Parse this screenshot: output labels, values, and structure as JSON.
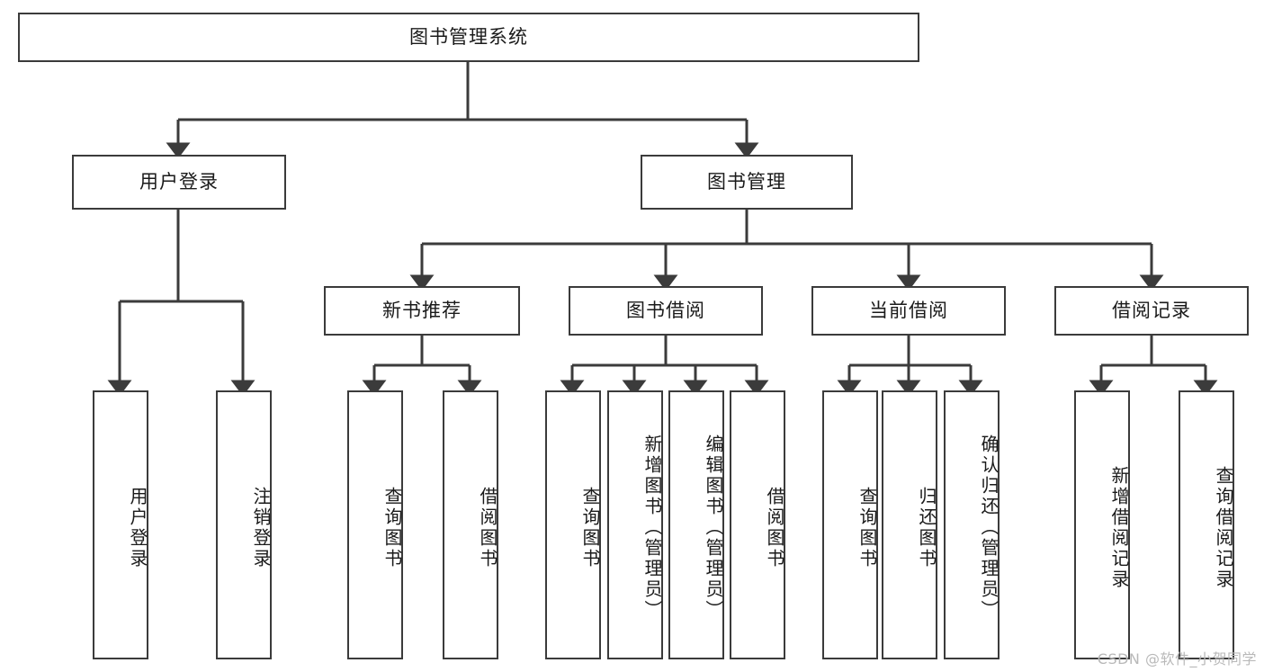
{
  "diagram": {
    "title": "图书管理系统",
    "type": "tree-hierarchy-chart",
    "orientation": "top-down",
    "colors": {
      "box_border": "#3b3b3b",
      "box_fill": "#ffffff",
      "edge": "#3b3b3b",
      "text": "#1a1a1a",
      "watermark": "#b9b9b9",
      "background": "#ffffff"
    }
  },
  "root": {
    "label": "图书管理系统"
  },
  "level1": [
    {
      "id": "user-login",
      "label": "用户登录"
    },
    {
      "id": "book-manage",
      "label": "图书管理"
    }
  ],
  "level2": [
    {
      "id": "new-book-recommend",
      "label": "新书推荐",
      "parent": "book-manage"
    },
    {
      "id": "book-borrow",
      "label": "图书借阅",
      "parent": "book-manage"
    },
    {
      "id": "current-borrow",
      "label": "当前借阅",
      "parent": "book-manage"
    },
    {
      "id": "borrow-record",
      "label": "借阅记录",
      "parent": "book-manage"
    }
  ],
  "leaves": {
    "user_login": [
      {
        "id": "leaf-user-login",
        "label": "用户登录"
      },
      {
        "id": "leaf-logout-login",
        "label": "注销登录"
      }
    ],
    "new_book_recommend": [
      {
        "id": "leaf-query-book-1",
        "label": "查询图书"
      },
      {
        "id": "leaf-borrow-book-1",
        "label": "借阅图书"
      }
    ],
    "book_borrow": [
      {
        "id": "leaf-query-book-2",
        "label": "查询图书"
      },
      {
        "id": "leaf-add-book",
        "label": "新增图书（管理员）"
      },
      {
        "id": "leaf-edit-book",
        "label": "编辑图书（管理员）"
      },
      {
        "id": "leaf-borrow-book-2",
        "label": "借阅图书"
      }
    ],
    "current_borrow": [
      {
        "id": "leaf-query-book-3",
        "label": "查询图书"
      },
      {
        "id": "leaf-return-book",
        "label": "归还图书"
      },
      {
        "id": "leaf-confirm-return",
        "label": "确认归还（管理员）"
      }
    ],
    "borrow_record": [
      {
        "id": "leaf-add-record",
        "label": "新增借阅记录"
      },
      {
        "id": "leaf-query-record",
        "label": "查询借阅记录"
      }
    ]
  },
  "watermark": {
    "text": "CSDN @软件_小贺同学"
  }
}
